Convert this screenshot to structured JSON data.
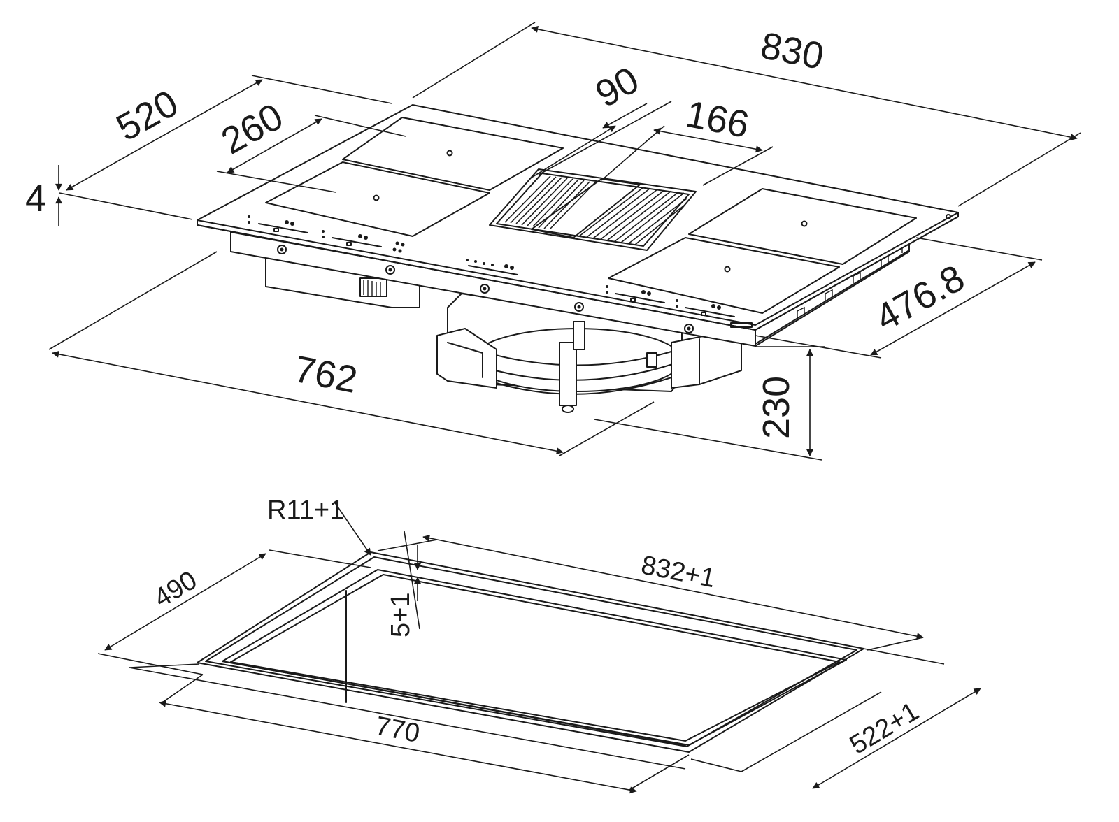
{
  "dimensions": {
    "width_830": "830",
    "depth_520": "520",
    "thickness_4": "4",
    "zone_260": "260",
    "vent_90": "90",
    "vent_166": "166",
    "body_476_8": "476.8",
    "body_762": "762",
    "height_230": "230",
    "radius": "R11+1",
    "cutout_832": "832+1",
    "cutout_490": "490",
    "rebate_5": "5+1",
    "cutout_770": "770",
    "cutout_522": "522+1"
  },
  "colors": {
    "line": "#1a1a1a",
    "background": "#ffffff"
  }
}
